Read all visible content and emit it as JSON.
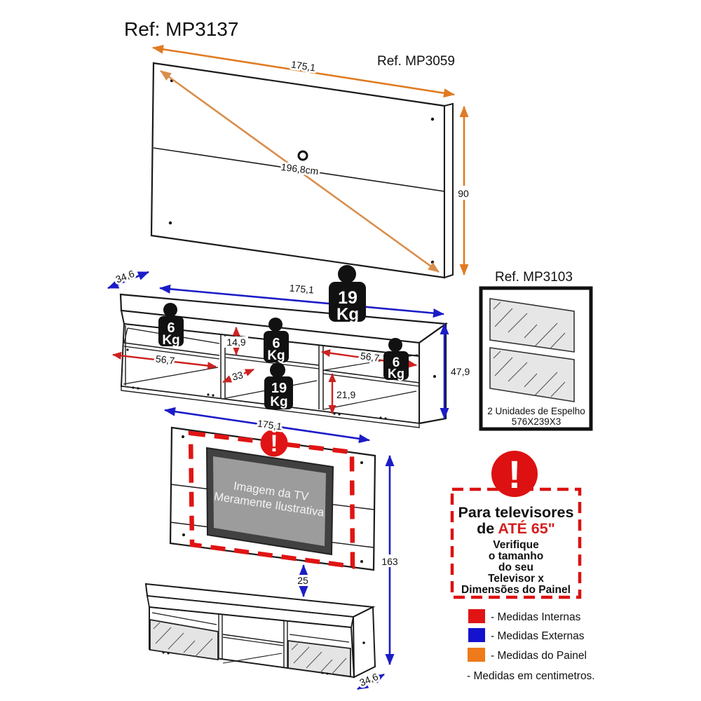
{
  "title": "Ref: MP3137",
  "panel": {
    "ref": "Ref. MP3059",
    "width": "175,1",
    "diagonal": "196,8cm",
    "height": "90"
  },
  "stand": {
    "depth": "34,6",
    "width": "175,1",
    "height": "47,9",
    "inner_left_width": "56,7",
    "inner_top_gap": "14,9",
    "inner_mid_depth": "33",
    "inner_right_width": "56,7",
    "inner_right_height": "21,9",
    "weights": {
      "top": {
        "value": "19",
        "unit": "Kg"
      },
      "left": {
        "value": "6",
        "unit": "Kg"
      },
      "mid_up": {
        "value": "6",
        "unit": "Kg"
      },
      "mid_low": {
        "value": "19",
        "unit": "Kg"
      },
      "right": {
        "value": "6",
        "unit": "Kg"
      }
    }
  },
  "mirrors": {
    "ref": "Ref. MP3103",
    "caption_line1": "2 Unidades de Espelho",
    "caption_line2": "576X239X3"
  },
  "assembled": {
    "width": "175,1",
    "height": "163",
    "gap": "25",
    "depth": "34,6",
    "tv_label_line1": "Imagem da TV",
    "tv_label_line2": "Meramente Ilustrativa",
    "alert_mark": "!"
  },
  "warning": {
    "exclamation": "!",
    "line1": "Para televisores",
    "line2_prefix": "de ",
    "line2_highlight": "ATÉ 65\"",
    "details": [
      "Verifique",
      "o tamanho",
      "do seu",
      "Televisor x",
      "Dimensões do Painel"
    ]
  },
  "legend": {
    "items": [
      {
        "label": "- Medidas Internas",
        "color": "#E01414"
      },
      {
        "label": "- Medidas Externas",
        "color": "#1512CE"
      },
      {
        "label": "- Medidas do Painel",
        "color": "#EE7A1A"
      }
    ],
    "note": "- Medidas em centimetros."
  },
  "colors": {
    "internal_red": "#CC2222",
    "external_blue": "#1C1CC8",
    "panel_orange": "#E07B23"
  }
}
